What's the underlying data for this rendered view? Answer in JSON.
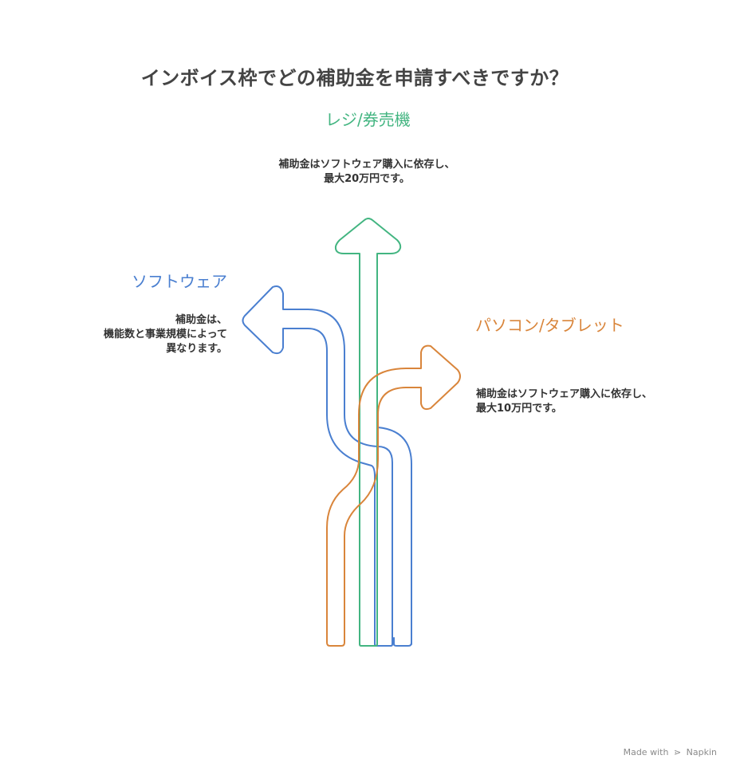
{
  "title": "インボイス枠でどの補助金を申請すべきですか？",
  "options": {
    "green": {
      "label": "レジ/券売機",
      "desc_line1": "補助金はソフトウェア購入に依存し、",
      "desc_line2": "最大20万円です。",
      "color": "#43b581"
    },
    "blue": {
      "label": "ソフトウェア",
      "desc_line1": "補助金は、",
      "desc_line2": "機能数と事業規模によって",
      "desc_line3": "異なります。",
      "color": "#4a7fd0"
    },
    "orange": {
      "label": "パソコン/タブレット",
      "desc_line1": "補助金はソフトウェア購入に依存し、",
      "desc_line2": "最大10万円です。",
      "color": "#d9853b"
    }
  },
  "footer": {
    "made_with": "Made with",
    "brand": "Napkin",
    "brand_icon": "napkin-logo-icon"
  }
}
